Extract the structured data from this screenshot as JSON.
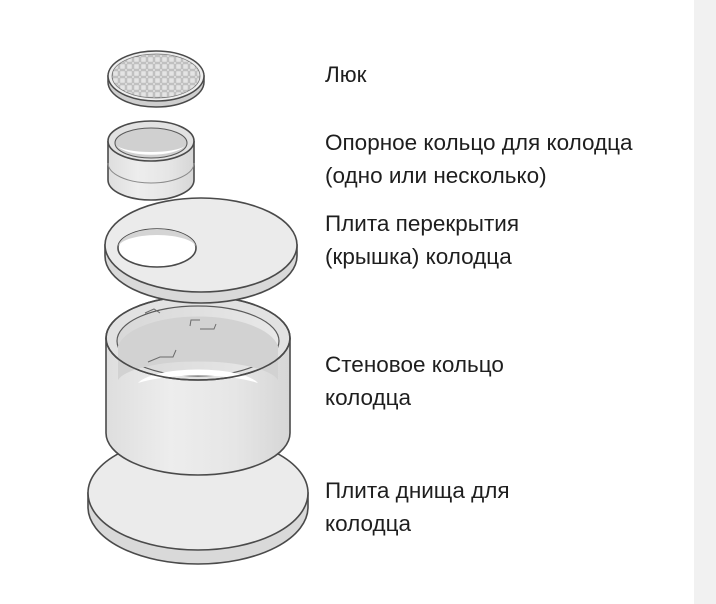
{
  "colors": {
    "background": "#ffffff",
    "concrete_fill": "#e9e9e9",
    "concrete_edge": "#d8d8d8",
    "shadow": "#cfcfcf",
    "outline": "#4a4a4a",
    "text": "#1e1e1e",
    "side_strip": "#f1f1f1"
  },
  "labels": {
    "hatch": {
      "line1": "Люк"
    },
    "support_ring": {
      "line1": "Опорное кольцо для колодца",
      "line2": "(одно или несколько)"
    },
    "cover_slab": {
      "line1": "Плита перекрытия",
      "line2": "(крышка) колодца"
    },
    "wall_ring": {
      "line1": "Стеновое кольцо",
      "line2": "колодца"
    },
    "bottom_slab": {
      "line1": "Плита днища для",
      "line2": "колодца"
    }
  }
}
